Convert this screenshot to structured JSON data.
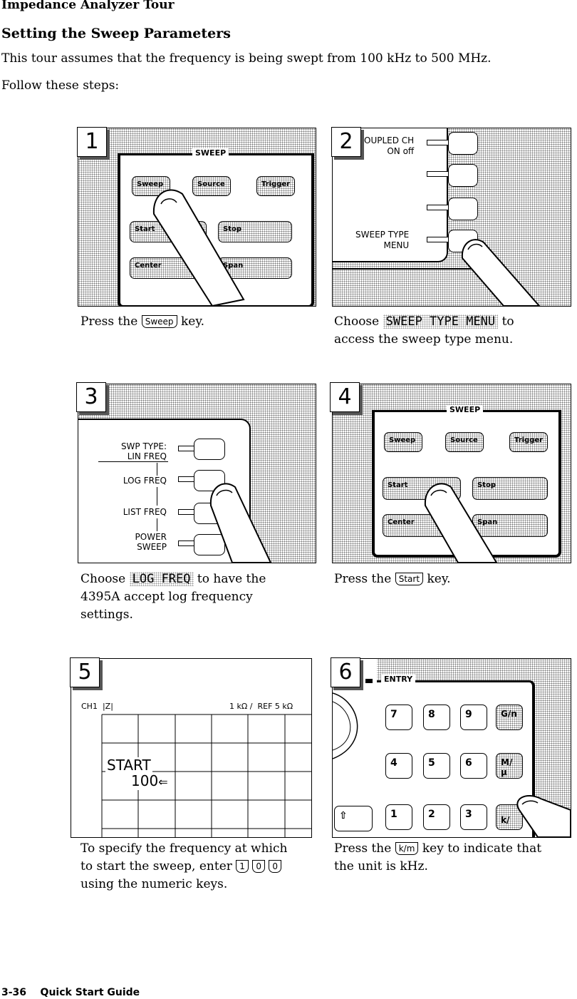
{
  "header": {
    "section": "Impedance Analyzer Tour",
    "title": "Setting the Sweep Parameters",
    "intro": "This tour assumes that the frequency is being swept from 100 kHz to 500 MHz.",
    "follow": "Follow these steps:"
  },
  "steps": [
    {
      "num": "1",
      "pre": "Press the",
      "key": "Sweep",
      "post": "key."
    },
    {
      "num": "2",
      "pre": "Choose",
      "softkey": "SWEEP TYPE MENU",
      "post": "to",
      "line2": "access the sweep type menu."
    },
    {
      "num": "3",
      "pre": "Choose",
      "softkey": "LOG FREQ",
      "post": "to have the",
      "line2": "4395A accept log frequency",
      "line3": "settings."
    },
    {
      "num": "4",
      "pre": "Press the",
      "key": "Start",
      "post": "key."
    },
    {
      "num": "5",
      "line1": "To specify the frequency at which",
      "line2pre": "to start the sweep, enter",
      "keys": [
        "1",
        "0",
        "0"
      ],
      "line3": "using the numeric keys."
    },
    {
      "num": "6",
      "pre": "Press the",
      "key": "k/m",
      "post": "key to indicate that",
      "line2": "the unit is kHz."
    }
  ],
  "sweep_panel": {
    "label": "SWEEP",
    "keys": [
      "Sweep",
      "Source",
      "Trigger",
      "Start",
      "Stop",
      "Center",
      "Span"
    ]
  },
  "softkey_panel": {
    "coupled_line1": "OUPLED CH",
    "coupled_line2": "ON off",
    "sweep_type_line1": "SWEEP TYPE",
    "sweep_type_line2": "MENU"
  },
  "swptype_panel": {
    "title1": "SWP TYPE:",
    "title2": "LIN FREQ",
    "opt_log": "LOG FREQ",
    "opt_list": "LIST FREQ",
    "opt_power1": "POWER",
    "opt_power2": "SWEEP"
  },
  "screen_panel": {
    "ch": "CH1",
    "param": "|Z|",
    "scale": "1 kΩ /",
    "ref": "REF 5 kΩ",
    "start_label": "START",
    "start_value": "100"
  },
  "entry_panel": {
    "label": "ENTRY",
    "row1": [
      "7",
      "8",
      "9",
      "G/n"
    ],
    "row2": [
      "4",
      "5",
      "6",
      "M/μ"
    ],
    "row3": [
      "1",
      "2",
      "3",
      "k/"
    ]
  },
  "footer": {
    "page": "3-36",
    "guide": "Quick Start Guide"
  }
}
